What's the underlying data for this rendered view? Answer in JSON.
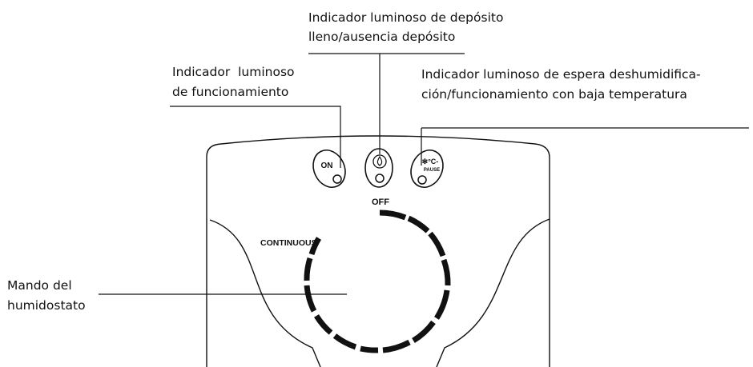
{
  "callouts": {
    "water_tank": [
      "Indicador luminoso de depósito",
      "lleno/ausencia depósito"
    ],
    "operation": [
      "Indicador  luminoso",
      "de funcionamiento"
    ],
    "standby": [
      "Indicador luminoso de espera deshumidifica-",
      "ción/funcionamiento con baja temperatura"
    ],
    "humidistat": [
      "Mando del",
      "humidostato"
    ]
  },
  "panel": {
    "on_label": "ON",
    "pause_symbol": "✻°C-",
    "pause_label": "PAUSE",
    "off_label": "OFF",
    "continuous_label": "CONTINUOUS"
  },
  "icons": [
    "water-drop-icon",
    "snowflake-temperature-icon"
  ]
}
